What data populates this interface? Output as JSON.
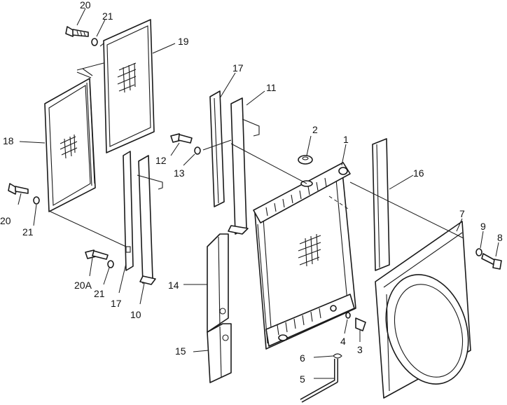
{
  "callouts": [
    {
      "id": "c20a",
      "label": "20"
    },
    {
      "id": "c21a",
      "label": "21"
    },
    {
      "id": "c19",
      "label": "19"
    },
    {
      "id": "c18",
      "label": "18"
    },
    {
      "id": "c20b",
      "label": "20"
    },
    {
      "id": "c21b",
      "label": "21"
    },
    {
      "id": "c17a",
      "label": "17"
    },
    {
      "id": "c11",
      "label": "11"
    },
    {
      "id": "c12",
      "label": "12"
    },
    {
      "id": "c13",
      "label": "13"
    },
    {
      "id": "c2",
      "label": "2"
    },
    {
      "id": "c1",
      "label": "1"
    },
    {
      "id": "c16",
      "label": "16"
    },
    {
      "id": "c7",
      "label": "7"
    },
    {
      "id": "c9",
      "label": "9"
    },
    {
      "id": "c8",
      "label": "8"
    },
    {
      "id": "c20A",
      "label": "20A"
    },
    {
      "id": "c21c",
      "label": "21"
    },
    {
      "id": "c17b",
      "label": "17"
    },
    {
      "id": "c10",
      "label": "10"
    },
    {
      "id": "c14",
      "label": "14"
    },
    {
      "id": "c4",
      "label": "4"
    },
    {
      "id": "c3",
      "label": "3"
    },
    {
      "id": "c6",
      "label": "6"
    },
    {
      "id": "c5",
      "label": "5"
    },
    {
      "id": "c15",
      "label": "15"
    }
  ]
}
